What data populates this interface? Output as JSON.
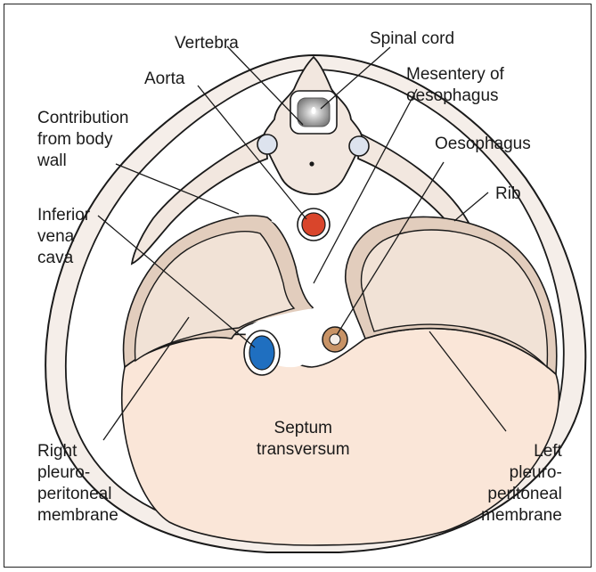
{
  "labels": {
    "vertebra": "Vertebra",
    "spinal_cord": "Spinal cord",
    "aorta": "Aorta",
    "mesentery": "Mesentery of\noesophagus",
    "contribution": "Contribution\nfrom body\nwall",
    "oesophagus": "Oesophagus",
    "rib": "Rib",
    "ivc": "Inferior\nvena\ncava",
    "septum": "Septum\ntransversum",
    "right_membrane": "Right\npleuro-\nperitoneal\nmembrane",
    "left_membrane": "Left\npleuro-\nperitoneal\nmembrane"
  },
  "colors": {
    "outline": "#1a1a1a",
    "body_wall": "#f5eee9",
    "bone": "#f2e7df",
    "membrane_rim": "#e2cdbd",
    "membrane_fill": "#f1e2d6",
    "septum": "#fae6d8",
    "aorta": "#d9452b",
    "ivc": "#1f6fc0",
    "oesophagus": "#c89366",
    "cord_grey": "#9a9a9a",
    "foramen": "#dde3ee"
  }
}
